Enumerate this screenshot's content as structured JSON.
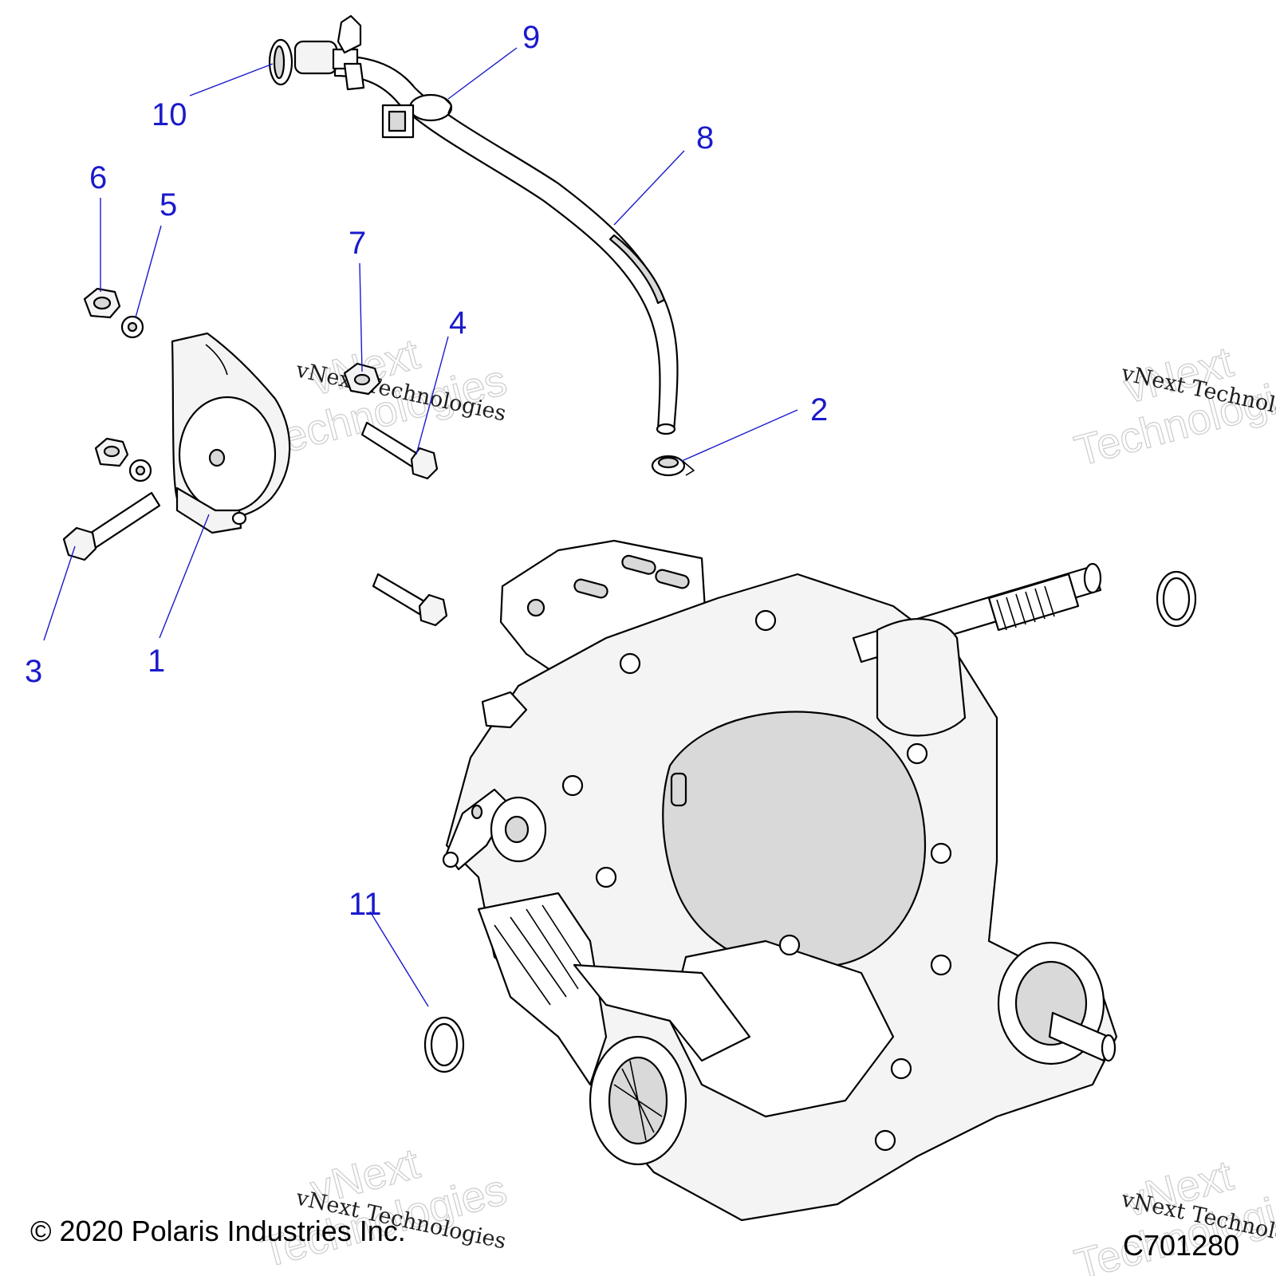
{
  "diagram": {
    "callouts": [
      {
        "label": "1"
      },
      {
        "label": "2"
      },
      {
        "label": "3"
      },
      {
        "label": "4"
      },
      {
        "label": "5"
      },
      {
        "label": "6"
      },
      {
        "label": "7"
      },
      {
        "label": "8"
      },
      {
        "label": "9"
      },
      {
        "label": "10"
      },
      {
        "label": "11"
      }
    ],
    "accent_color": "#1a1acc"
  },
  "watermark": {
    "line1": "vNext",
    "line2": "Technologies",
    "caption": "vNext Technologies"
  },
  "footer": {
    "copyright": "© 2020 Polaris Industries Inc.",
    "figure_code": "C701280"
  }
}
